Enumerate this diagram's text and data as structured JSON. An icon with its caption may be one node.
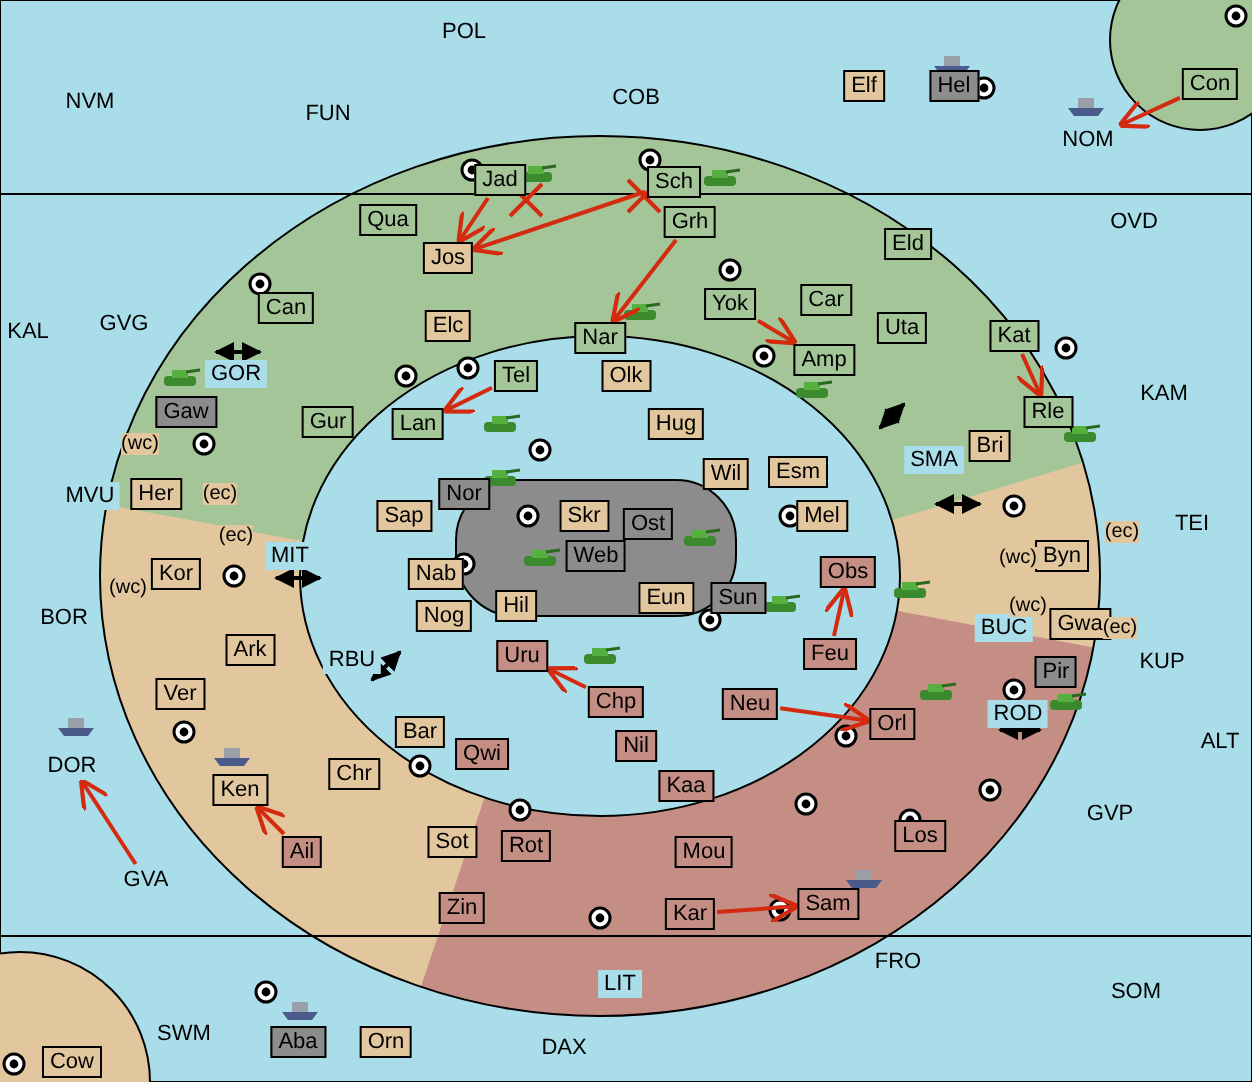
{
  "diagram": {
    "nodes": [
      {
        "text": [
          "POL"
        ]
      },
      {
        "text": [
          "Elf"
        ]
      },
      {
        "text": [
          "Hel"
        ]
      },
      {
        "text": [
          "Con"
        ]
      },
      {
        "text": [
          "NVM"
        ]
      },
      {
        "text": [
          "FUN"
        ]
      },
      {
        "text": [
          "COB"
        ]
      },
      {
        "text": [
          "NOM"
        ]
      },
      {
        "text": [
          "Jad"
        ]
      },
      {
        "text": [
          "Sch"
        ]
      },
      {
        "text": [
          "Qua"
        ]
      },
      {
        "text": [
          "Grh"
        ]
      },
      {
        "text": [
          "OVD"
        ]
      },
      {
        "text": [
          "Jos"
        ]
      },
      {
        "text": [
          "Eld"
        ]
      },
      {
        "text": [
          "Can"
        ]
      },
      {
        "text": [
          "KAL"
        ]
      },
      {
        "text": [
          "GVG"
        ]
      },
      {
        "text": [
          "Elc"
        ]
      },
      {
        "text": [
          "Yok"
        ]
      },
      {
        "text": [
          "Car"
        ]
      },
      {
        "text": [
          "Nar"
        ]
      },
      {
        "text": [
          "Uta"
        ]
      },
      {
        "text": [
          "Kat"
        ]
      },
      {
        "text": [
          "Olk"
        ]
      },
      {
        "text": [
          "Tel"
        ]
      },
      {
        "text": [
          "Amp"
        ]
      },
      {
        "text": [
          "GOR"
        ]
      },
      {
        "text": [
          "Gaw"
        ]
      },
      {
        "text": [
          "Gur"
        ]
      },
      {
        "text": [
          "Lan"
        ]
      },
      {
        "text": [
          "Hug"
        ]
      },
      {
        "text": [
          "KAM"
        ]
      },
      {
        "text": [
          "Bri"
        ]
      },
      {
        "text": [
          "Rle"
        ]
      },
      {
        "text": [
          "Esm"
        ]
      },
      {
        "text": [
          "Wil"
        ]
      },
      {
        "text": [
          "SMA"
        ]
      },
      {
        "text": [
          "Her"
        ]
      },
      {
        "text": [
          "MVU"
        ]
      },
      {
        "text": [
          "Nor"
        ]
      },
      {
        "text": [
          "Sap"
        ]
      },
      {
        "text": [
          "Skr"
        ]
      },
      {
        "text": [
          "Ost"
        ]
      },
      {
        "text": [
          "Mel"
        ]
      },
      {
        "text": [
          "TEI"
        ]
      },
      {
        "text": [
          "Web"
        ]
      },
      {
        "text": [
          "Byn"
        ]
      },
      {
        "text": [
          "Kor"
        ]
      },
      {
        "text": [
          "MIT"
        ]
      },
      {
        "text": [
          "Nab"
        ]
      },
      {
        "text": [
          "Obs"
        ]
      },
      {
        "text": [
          "Eun"
        ]
      },
      {
        "text": [
          "Sun"
        ]
      },
      {
        "text": [
          "BOR"
        ]
      },
      {
        "text": [
          "Hil"
        ]
      },
      {
        "text": [
          "Ark"
        ]
      },
      {
        "text": [
          "Nog"
        ]
      },
      {
        "text": [
          "Uru"
        ]
      },
      {
        "text": [
          "Feu"
        ]
      },
      {
        "text": [
          "Gwa"
        ]
      },
      {
        "text": [
          "BUC"
        ]
      },
      {
        "text": [
          "Pir"
        ]
      },
      {
        "text": [
          "KUP"
        ]
      },
      {
        "text": [
          "RBU"
        ]
      },
      {
        "text": [
          "Chp"
        ]
      },
      {
        "text": [
          "Neu"
        ]
      },
      {
        "text": [
          "Bar"
        ]
      },
      {
        "text": [
          "Nil"
        ]
      },
      {
        "text": [
          "Orl"
        ]
      },
      {
        "text": [
          "ROD"
        ]
      },
      {
        "text": [
          "Ver"
        ]
      },
      {
        "text": [
          "DOR"
        ]
      },
      {
        "text": [
          "Qwi"
        ]
      },
      {
        "text": [
          "Ken"
        ]
      },
      {
        "text": [
          "Chr"
        ]
      },
      {
        "text": [
          "ALT"
        ]
      },
      {
        "text": [
          "Kaa"
        ]
      },
      {
        "text": [
          "Los"
        ]
      },
      {
        "text": [
          "Ail"
        ]
      },
      {
        "text": [
          "Sot"
        ]
      },
      {
        "text": [
          "Rot"
        ]
      },
      {
        "text": [
          "Mou"
        ]
      },
      {
        "text": [
          "GVP"
        ]
      },
      {
        "text": [
          "GVA"
        ]
      },
      {
        "text": [
          "Zin"
        ]
      },
      {
        "text": [
          "Kar"
        ]
      },
      {
        "text": [
          "Sam"
        ]
      },
      {
        "text": [
          "FRO"
        ]
      },
      {
        "text": [
          "LIT"
        ]
      },
      {
        "text": [
          "SOM"
        ]
      },
      {
        "text": [
          "Aba"
        ]
      },
      {
        "text": [
          "Orn"
        ]
      },
      {
        "text": [
          "DAX"
        ]
      },
      {
        "text": [
          "SWM"
        ]
      },
      {
        "text": [
          "Cow"
        ]
      }
    ],
    "edges": [
      {
        "from": 3,
        "to": 7,
        "arrow": "to"
      },
      {
        "from": 8,
        "to": 13,
        "arrow": "to"
      },
      {
        "from": 9,
        "to": 13,
        "arrow": "to"
      },
      {
        "from": 11,
        "to": 21,
        "arrow": "to"
      },
      {
        "from": 19,
        "to": 26,
        "arrow": "to"
      },
      {
        "from": 23,
        "to": 34,
        "arrow": "to"
      },
      {
        "from": 25,
        "to": 30,
        "arrow": "to"
      },
      {
        "from": 65,
        "to": 58,
        "arrow": "to"
      },
      {
        "from": 59,
        "to": 51,
        "arrow": "to"
      },
      {
        "from": 66,
        "to": 69,
        "arrow": "to"
      },
      {
        "from": 84,
        "to": 72,
        "arrow": "to"
      },
      {
        "from": 79,
        "to": 74,
        "arrow": "to"
      },
      {
        "from": 86,
        "to": 87,
        "arrow": "to"
      }
    ],
    "labels": [
      "(wc)",
      "(ec)",
      "(ec)",
      "(wc)",
      "(ec)",
      "(wc)",
      "(wc)",
      "(ec)"
    ]
  }
}
